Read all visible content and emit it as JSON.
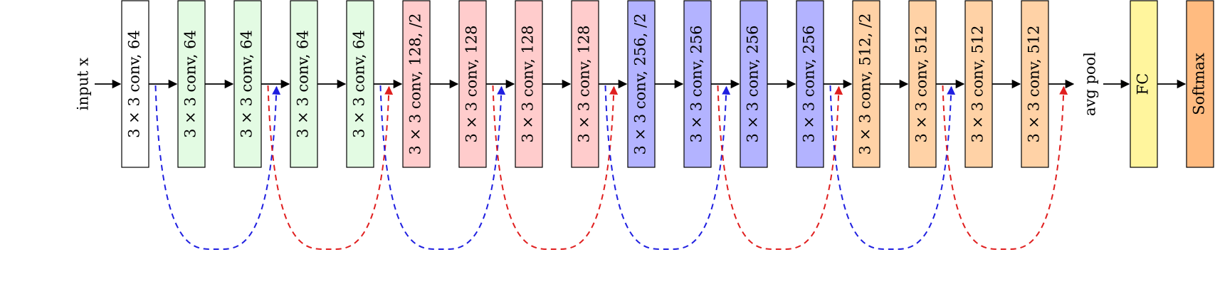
{
  "input_label": "input x",
  "pool_label": "avg pool",
  "colors": {
    "white": "#ffffff",
    "green": "#e3fbe3",
    "red": "#ffcccc",
    "blue": "#b3b3ff",
    "orange": "#ffd2a6",
    "yellow": "#fff59d",
    "dark_orange": "#ffbb80",
    "skip_blue": "#1f1fe0",
    "skip_red": "#e01f1f"
  },
  "blocks": [
    {
      "label": "3 × 3 conv, 64",
      "color": "white"
    },
    {
      "label": "3 × 3 conv, 64",
      "color": "green"
    },
    {
      "label": "3 × 3 conv, 64",
      "color": "green"
    },
    {
      "label": "3 × 3 conv, 64",
      "color": "green"
    },
    {
      "label": "3 × 3 conv, 64",
      "color": "green"
    },
    {
      "label": "3 × 3 conv, 128, /2",
      "color": "red"
    },
    {
      "label": "3 × 3 conv, 128",
      "color": "red"
    },
    {
      "label": "3 × 3 conv, 128",
      "color": "red"
    },
    {
      "label": "3 × 3 conv, 128",
      "color": "red"
    },
    {
      "label": "3 × 3 conv, 256, /2",
      "color": "blue"
    },
    {
      "label": "3 × 3 conv, 256",
      "color": "blue"
    },
    {
      "label": "3 × 3 conv, 256",
      "color": "blue"
    },
    {
      "label": "3 × 3 conv, 256",
      "color": "blue"
    },
    {
      "label": "3 × 3 conv, 512, /2",
      "color": "orange"
    },
    {
      "label": "3 × 3 conv, 512",
      "color": "orange"
    },
    {
      "label": "3 × 3 conv, 512",
      "color": "orange"
    },
    {
      "label": "3 × 3 conv, 512",
      "color": "orange"
    },
    {
      "label": "FC",
      "color": "yellow"
    },
    {
      "label": "Softmax",
      "color": "dark_orange"
    }
  ],
  "skip_connections": [
    {
      "from_gap": 0,
      "to_gap": 2,
      "color": "skip_blue"
    },
    {
      "from_gap": 2,
      "to_gap": 4,
      "color": "skip_red"
    },
    {
      "from_gap": 4,
      "to_gap": 6,
      "color": "skip_blue"
    },
    {
      "from_gap": 6,
      "to_gap": 8,
      "color": "skip_red"
    },
    {
      "from_gap": 8,
      "to_gap": 10,
      "color": "skip_blue"
    },
    {
      "from_gap": 10,
      "to_gap": 12,
      "color": "skip_red"
    },
    {
      "from_gap": 12,
      "to_gap": 14,
      "color": "skip_blue"
    },
    {
      "from_gap": 14,
      "to_gap": 16,
      "color": "skip_red"
    }
  ]
}
